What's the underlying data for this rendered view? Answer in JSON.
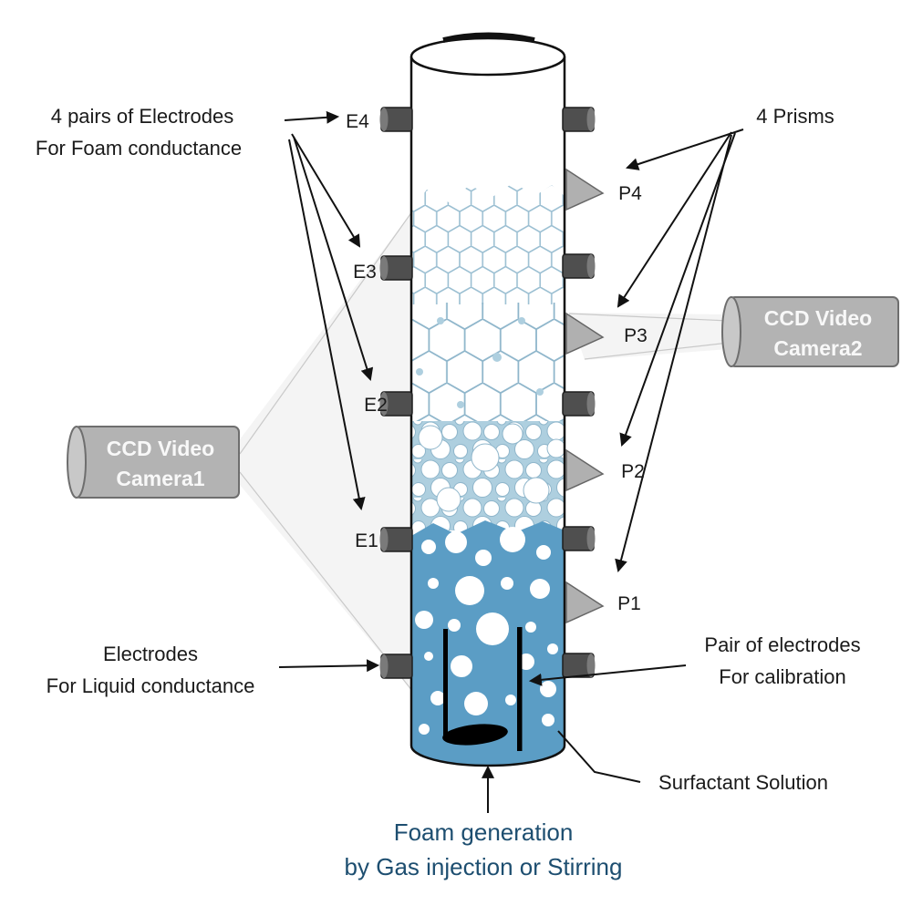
{
  "figure": {
    "labels": {
      "foam_electrodes_1": "4 pairs of Electrodes",
      "foam_electrodes_2": "For Foam conductance",
      "prisms_title": "4 Prisms",
      "camera1_1": "CCD Video",
      "camera1_2": "Camera1",
      "camera2_1": "CCD Video",
      "camera2_2": "Camera2",
      "liquid_electrodes_1": "Electrodes",
      "liquid_electrodes_2": "For Liquid conductance",
      "calibration_1": "Pair of electrodes",
      "calibration_2": "For calibration",
      "surfactant": "Surfactant Solution",
      "foam_generation_1": "Foam generation",
      "foam_generation_2": "by Gas injection or Stirring"
    },
    "electrodes": [
      "E4",
      "E3",
      "E2",
      "E1"
    ],
    "prisms": [
      "P4",
      "P3",
      "P2",
      "P1"
    ],
    "colors": {
      "liquid": "#5b9dc5",
      "foam_cell_line": "#9bbfd2",
      "bubble_background": "#aecfdf",
      "electrode_gray": "#4f4f4f",
      "prism_gray": "#b0b0b0",
      "camera_gray": "#b3b3b3",
      "annotation_text": "#1a1a1a",
      "foam_generation_text": "#1d4e70"
    }
  }
}
